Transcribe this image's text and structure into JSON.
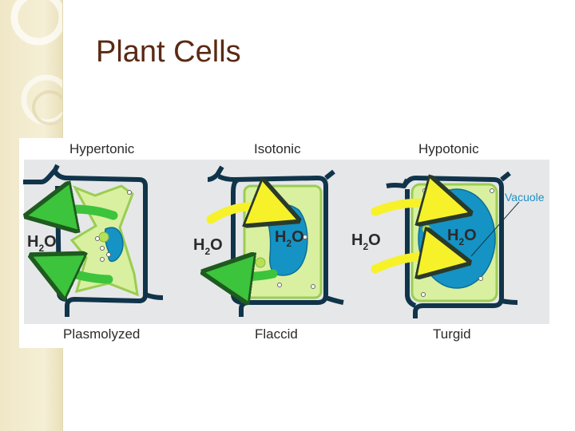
{
  "slide": {
    "title": "Plant Cells"
  },
  "diagram": {
    "conditions": [
      "Hypertonic",
      "Isotonic",
      "Hypotonic"
    ],
    "states": [
      "Plasmolyzed",
      "Flaccid",
      "Turgid"
    ],
    "water": {
      "h": "H",
      "sub": "2",
      "o": "O"
    },
    "vacuole_label": "Vacuole",
    "colors": {
      "wall": "#10344a",
      "cytoplasm": "#d9f0a0",
      "membrane": "#9acd52",
      "vacuole": "#1593c4",
      "arrow_yellow": "#f7f12a",
      "arrow_green": "#3cc43c",
      "panel_bg": "#e6e7e9"
    }
  }
}
